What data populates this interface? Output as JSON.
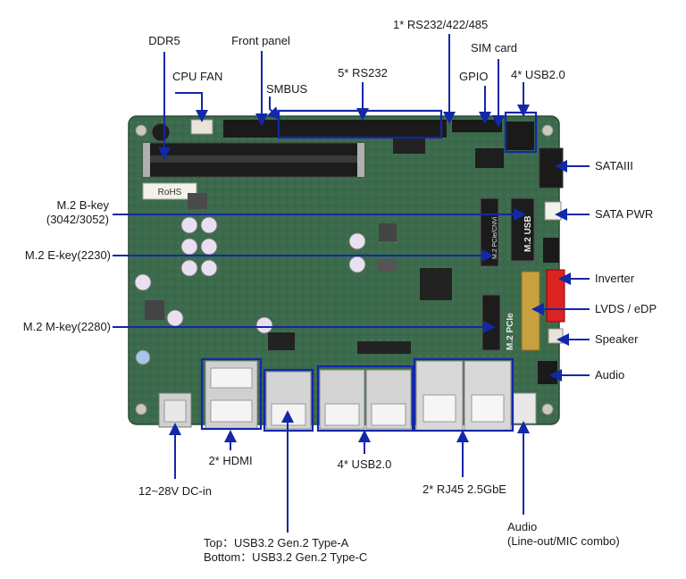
{
  "labels": {
    "ddr5": "DDR5",
    "front_panel": "Front panel",
    "cpu_fan": "CPU FAN",
    "smbus": "SMBUS",
    "rs232_5": "5* RS232",
    "rs232_422_485": "1* RS232/422/485",
    "sim_card": "SIM card",
    "gpio": "GPIO",
    "usb20_top": "4* USB2.0",
    "sataiii": "SATAIII",
    "sata_pwr": "SATA PWR",
    "m2_bkey_line1": "M.2 B-key",
    "m2_bkey_line2": "(3042/3052)",
    "m2_ekey": "M.2 E-key(2230)",
    "inverter": "Inverter",
    "lvds_edp": "LVDS / eDP",
    "m2_mkey": "M.2 M-key(2280)",
    "speaker": "Speaker",
    "audio_right": "Audio",
    "hdmi": "2* HDMI",
    "usb20_bottom": "4* USB2.0",
    "dc_in": "12~28V DC-in",
    "rj45": "2* RJ45 2.5GbE",
    "audio_combo_line1": "Audio",
    "audio_combo_line2": "(Line-out/MIC combo)",
    "usb32_top": "Top：USB3.2 Gen.2 Type-A",
    "usb32_bottom": "Bottom：USB3.2 Gen.2 Type-C"
  },
  "board_silkscreen": {
    "m2_pcie_e": "M.2 PCIe/CNVi",
    "m2_usb": "M.2 USB",
    "m2_pcie_m": "M.2 PCIe",
    "rohs": "RoHS"
  },
  "colors": {
    "pcb": "#3c6a4c",
    "callout": "#1228a8",
    "text": "#1a1a1a"
  }
}
